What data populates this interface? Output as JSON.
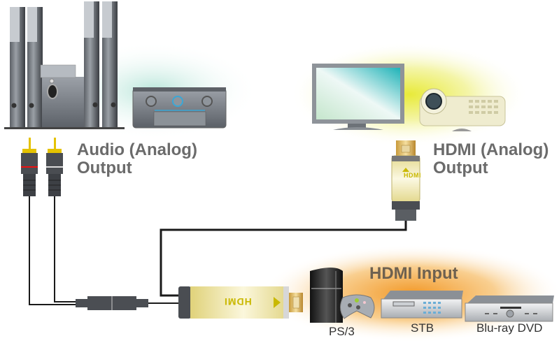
{
  "diagram": {
    "groups": {
      "audio_output": {
        "title_line1": "Audio (Analog)",
        "title_line2": "Output"
      },
      "hdmi_output": {
        "title_line1": "HDMI (Analog)",
        "title_line2": "Output"
      },
      "hdmi_input": {
        "title": "HDMI Input"
      }
    },
    "devices": {
      "ps3": {
        "label": "PS/3"
      },
      "stb": {
        "label": "STB"
      },
      "bluray": {
        "label": "Blu-ray DVD"
      }
    },
    "dongle": {
      "logo": "HDMI"
    },
    "hdmi_plug": {
      "logo": "HDMI"
    },
    "colors": {
      "audio_glow": "#cfeee6",
      "hdmi_out_glow": "#eef070",
      "hdmi_in_glow": "#f5a640",
      "label_gray": "#6b6b6b",
      "dongle_gold": "#e6dc8c",
      "logo_yellow": "#c9b800",
      "cable": "#1a1a1a"
    }
  }
}
